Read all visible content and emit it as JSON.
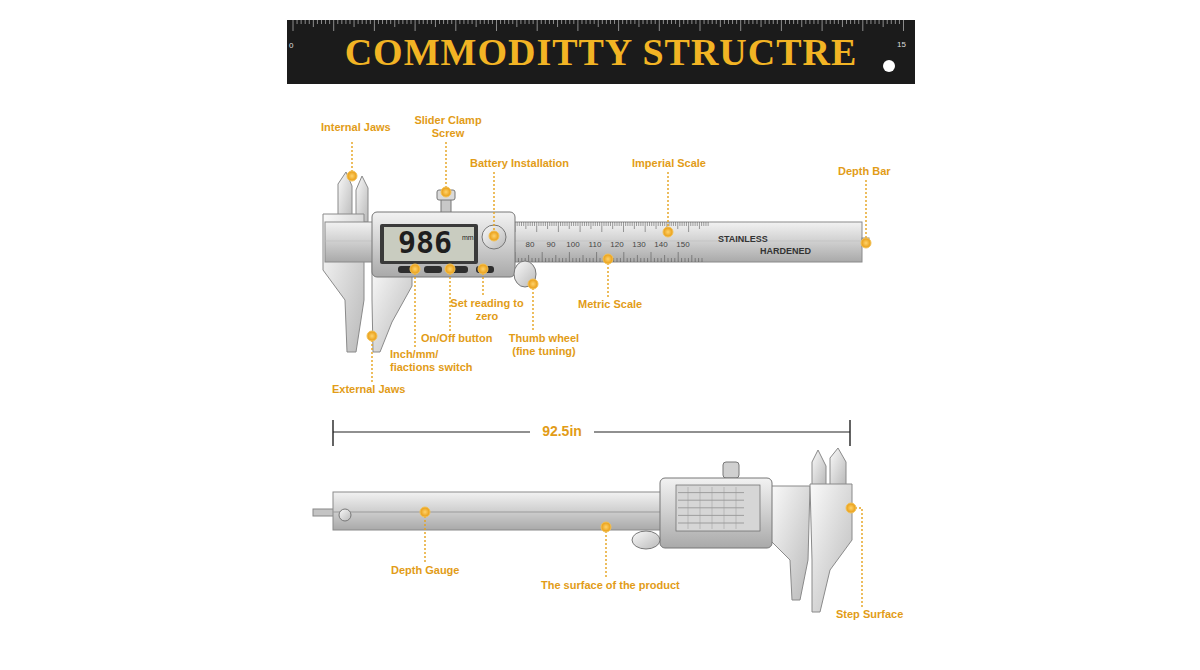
{
  "diagram": {
    "title": "COMMODITTY STRUCTRE",
    "labels": [
      "0",
      "15",
      "Internal Jaws",
      "Slider Clamp Screw",
      "Battery Installation",
      "Imperial Scale",
      "Depth Bar",
      "986",
      "mm",
      "STAINLESS",
      "HARDENED",
      "80",
      "90",
      "100",
      "110",
      "120",
      "130",
      "140",
      "150",
      "Set reading to zero",
      "Metric Scale",
      "On/Off button",
      "Thumb wheel (fine tuning)",
      "Inch/mm/ fiactions switch",
      "External Jaws",
      "92.5in",
      "Depth Gauge",
      "The surface of the product",
      "Step Surface"
    ]
  }
}
